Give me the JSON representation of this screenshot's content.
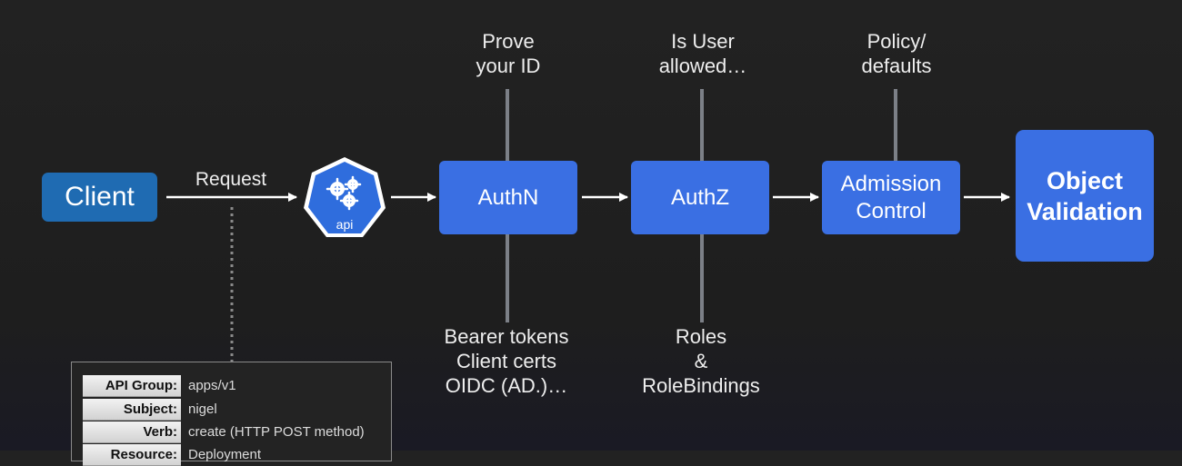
{
  "flow": {
    "client_label": "Client",
    "request_label": "Request",
    "api_badge_label": "api",
    "authn_label": "AuthN",
    "authz_label": "AuthZ",
    "admission_line1": "Admission",
    "admission_line2": "Control",
    "object_line1": "Object",
    "object_line2": "Validation"
  },
  "annotations": {
    "authn_top_line1": "Prove",
    "authn_top_line2": "your ID",
    "authz_top_line1": "Is User",
    "authz_top_line2": "allowed…",
    "admission_top_line1": "Policy/",
    "admission_top_line2": "defaults",
    "authn_bottom_line1": "Bearer tokens",
    "authn_bottom_line2": "Client certs",
    "authn_bottom_line3": "OIDC (AD.)…",
    "authz_bottom_line1": "Roles",
    "authz_bottom_line2": "&",
    "authz_bottom_line3": "RoleBindings"
  },
  "request_table": {
    "rows": [
      {
        "key": "API Group:",
        "value": "apps/v1"
      },
      {
        "key": "Subject:",
        "value": "nigel"
      },
      {
        "key": "Verb:",
        "value": "create (HTTP POST method)"
      },
      {
        "key": "Resource:",
        "value": "Deployment"
      }
    ]
  },
  "colors": {
    "background": "#222222",
    "client_blue": "#1f6bb2",
    "stage_blue": "#3a6fe3",
    "connector_grey": "#7c8087"
  }
}
